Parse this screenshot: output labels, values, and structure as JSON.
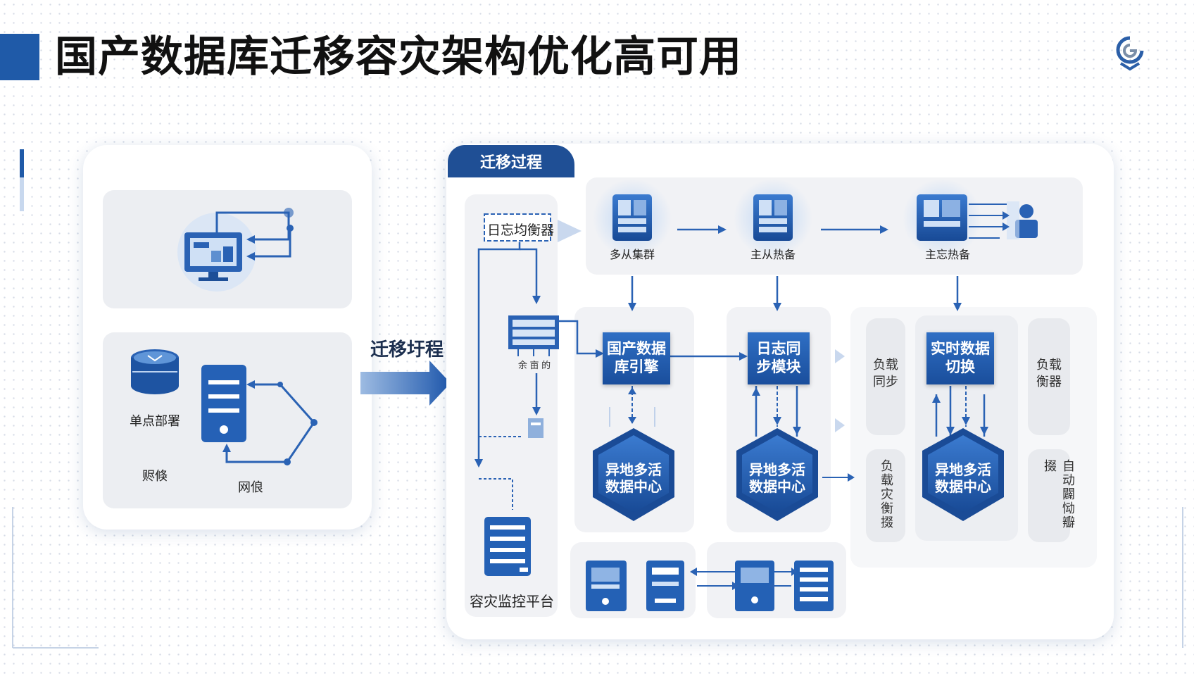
{
  "title": "国产数据库迁移容灾架构优化高可用",
  "left_card": {
    "single_node": "单点部署",
    "label_a": "赆倏",
    "label_b": "网俍"
  },
  "arrow_label": "迁移圩程",
  "process": {
    "tag": "迁移过程",
    "log_balancer": "日忘均衡器",
    "router_label": "余 亩 的",
    "monitor_platform": "容灾监控平台",
    "top_nodes": [
      "多从集群",
      "主从热备",
      "主忘热备"
    ],
    "engine": "国产数据库引擎",
    "log_sync": "日志同步模块",
    "realtime_switch": "实时数据切换",
    "datacenter": "异地多活数据中心",
    "load_sync": "负载同步",
    "load_balancer": "负载衡器",
    "vert_left": "负载灾衡掇",
    "vert_right": "自动闢恸瓣掇"
  },
  "colors": {
    "accent": "#1f5aa8",
    "deep": "#1a4e9c",
    "light": "#c8d8ee"
  }
}
